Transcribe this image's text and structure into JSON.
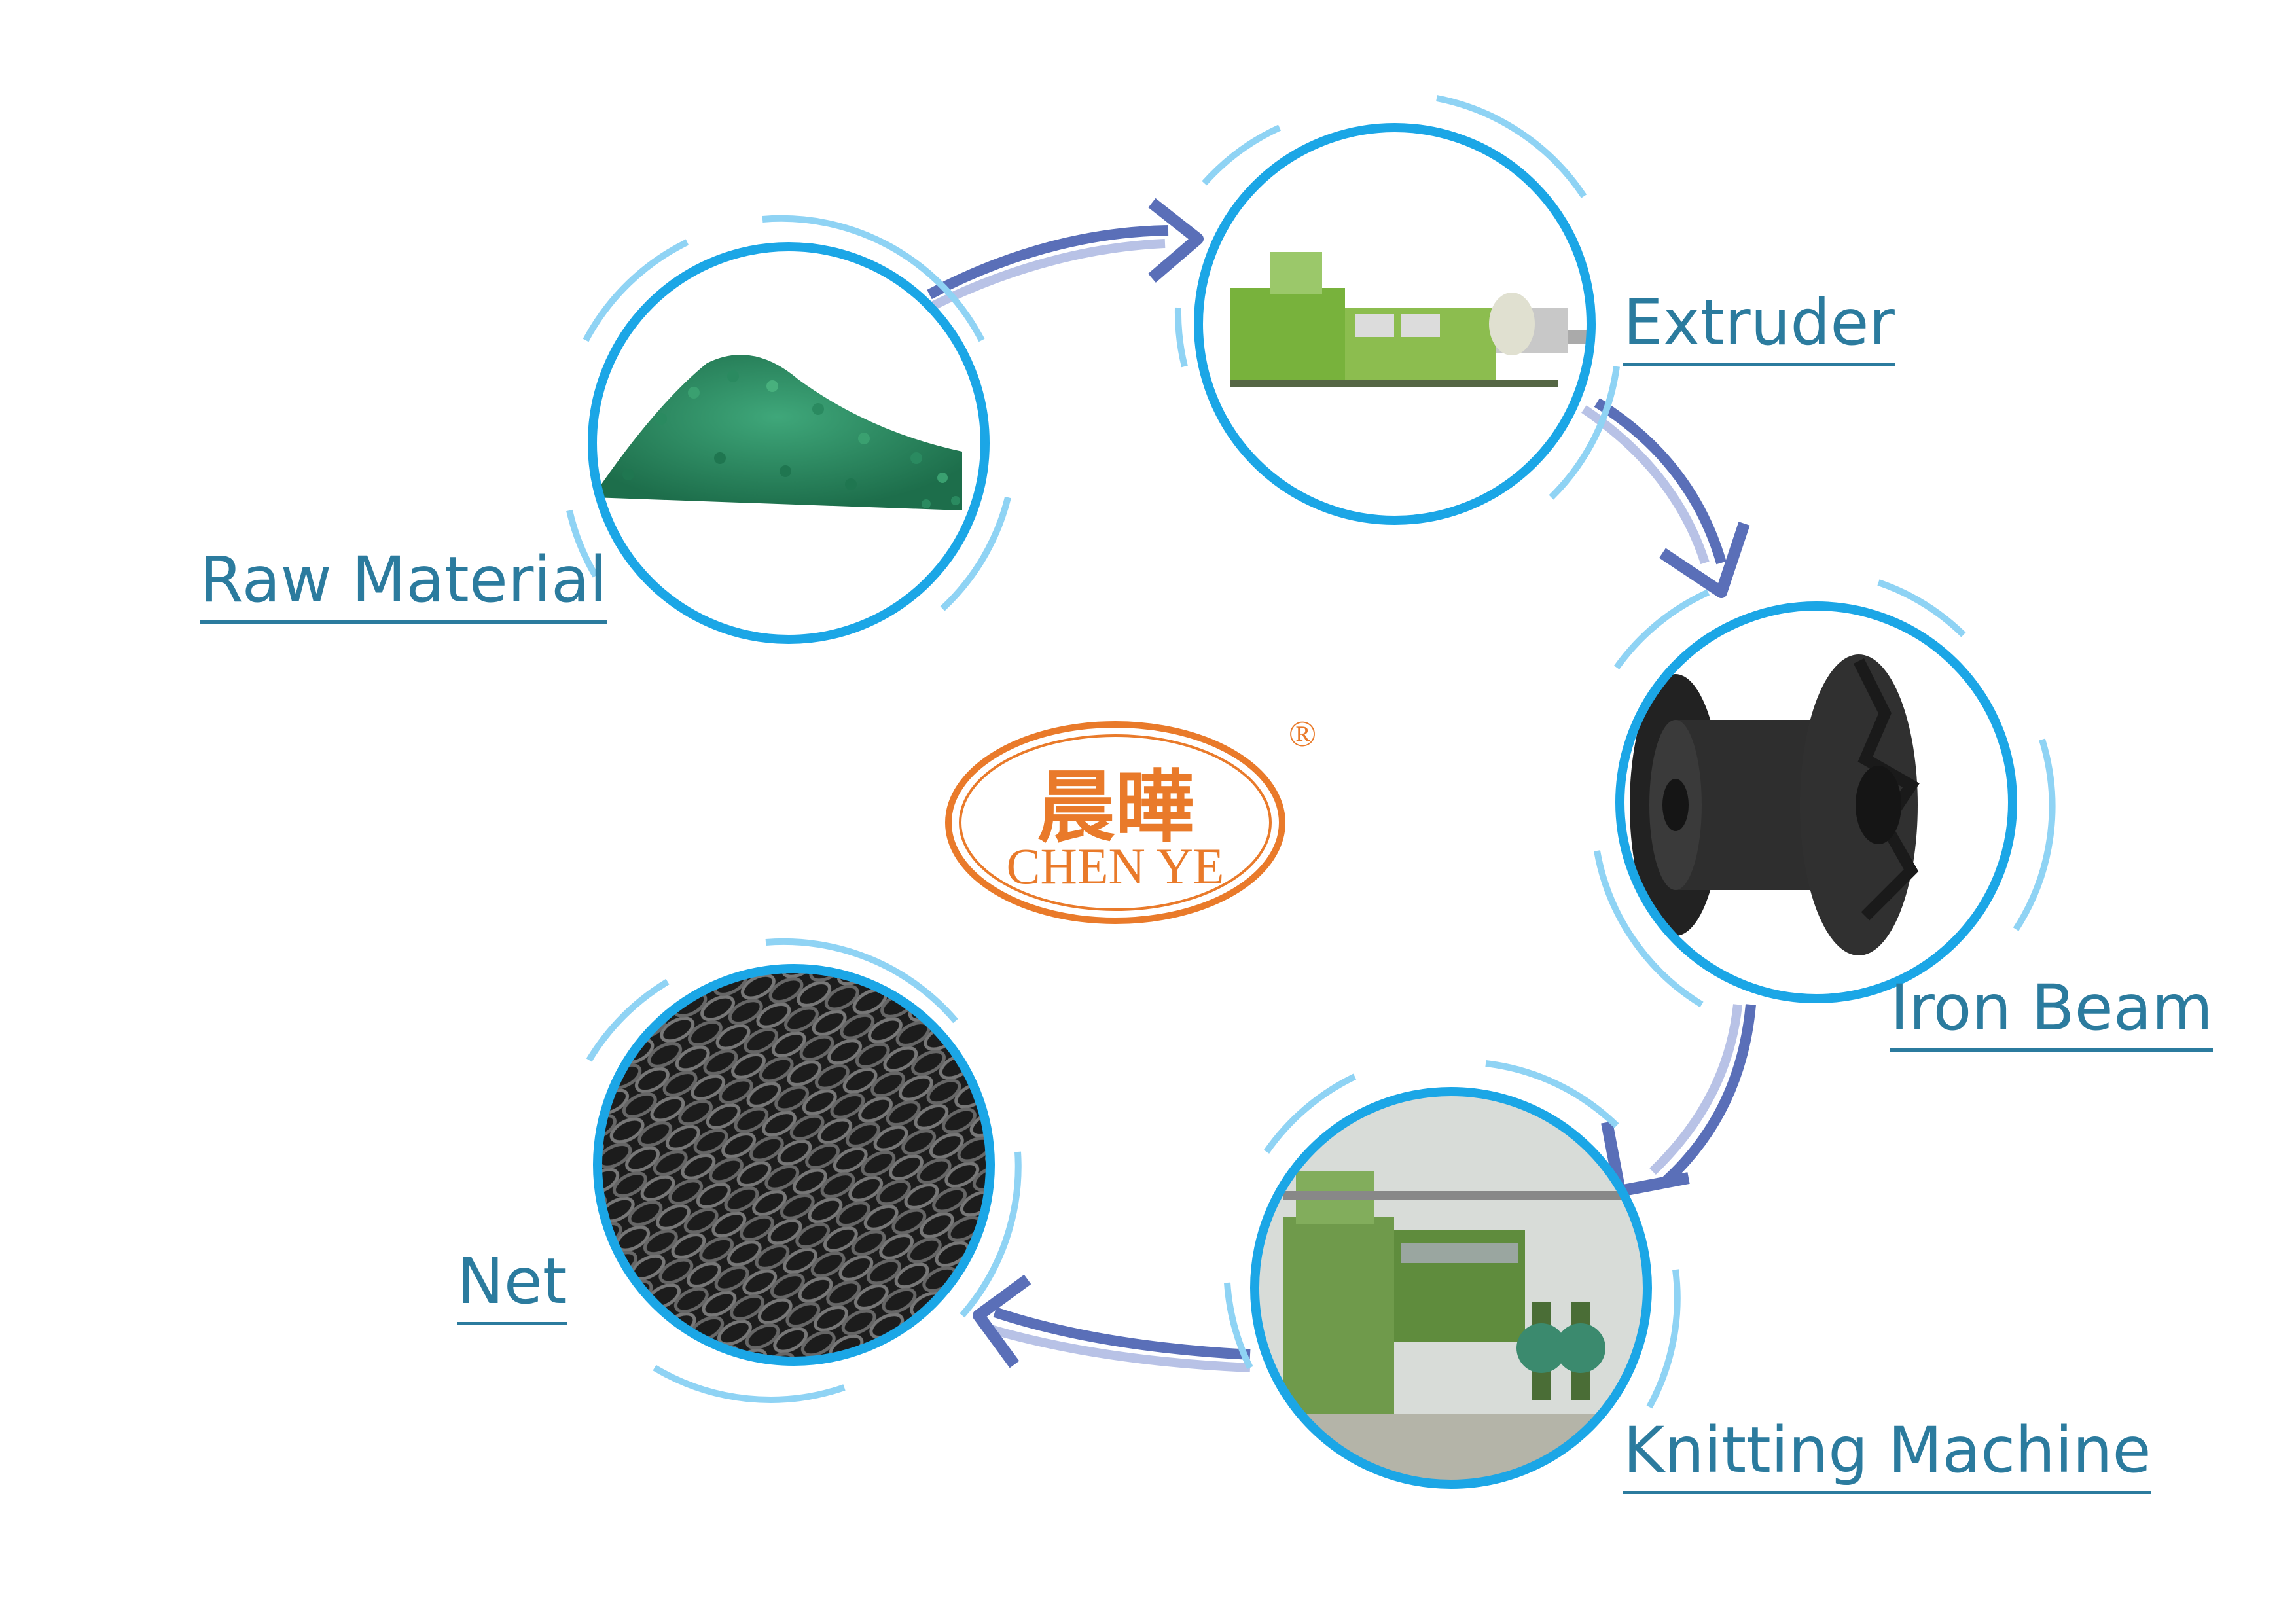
{
  "logo": {
    "chinese": "晨曄",
    "english": "CHEN YE",
    "registered_mark": "®",
    "color": "#e97a2a"
  },
  "colors": {
    "ring": "#1ba6e6",
    "ring_light": "#8fd3f4",
    "arrow": "#5a6fb8",
    "arrow_light": "#b8c2e6",
    "label": "#2b7b9e"
  },
  "stages": [
    {
      "id": "raw-material",
      "label": "Raw Material",
      "icon": "green-pellets-icon"
    },
    {
      "id": "extruder",
      "label": "Extruder",
      "icon": "extruder-machine-icon"
    },
    {
      "id": "iron-beam",
      "label": "Iron Beam",
      "icon": "spool-icon"
    },
    {
      "id": "knitting-machine",
      "label": "Knitting Machine",
      "icon": "knitting-machine-icon"
    },
    {
      "id": "net",
      "label": "Net",
      "icon": "black-net-icon"
    }
  ]
}
